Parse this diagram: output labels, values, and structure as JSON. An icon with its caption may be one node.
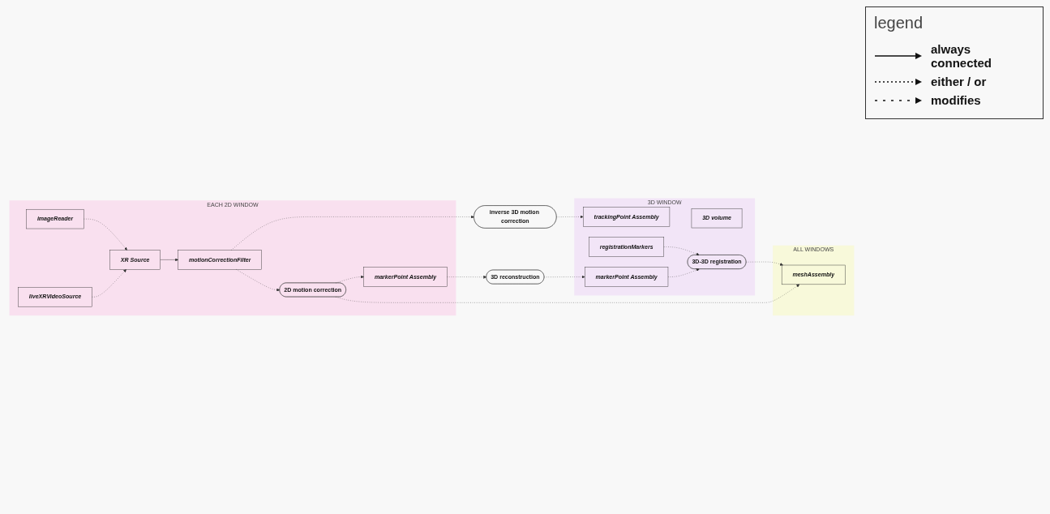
{
  "diagram": {
    "nodes": [
      {
        "text": [
          "EACH 2D WINDOW"
        ]
      },
      {
        "text": [
          "liveXRVideoSource"
        ],
        "in": 0
      },
      {
        "text": [
          "imageReader"
        ],
        "in": 0
      },
      {
        "text": [
          "XR Source"
        ],
        "in": 0
      },
      {
        "text": [
          "motionCorrectionFilter"
        ],
        "in": 0
      },
      {
        "text": [
          "2D motion correction"
        ],
        "in": 0
      },
      {
        "text": [
          "markerPoint Assembly"
        ],
        "in": 0
      },
      {
        "text": [
          "ALL WINDOWS"
        ]
      },
      {
        "text": [
          "meshAssembly"
        ],
        "in": 7
      },
      {
        "text": [
          "inverse 3D motion correction"
        ]
      },
      {
        "text": [
          "3D reconstruction"
        ]
      },
      {
        "text": [
          "3D WINDOW"
        ]
      },
      {
        "text": [
          "trackingPoint Assembly"
        ],
        "in": 11
      },
      {
        "text": [
          "3D volume"
        ],
        "in": 11
      },
      {
        "text": [
          "3D-3D registration"
        ],
        "in": 11
      },
      {
        "text": [
          "markerPoint Assembly"
        ],
        "in": 11
      },
      {
        "text": [
          "registrationMarkers"
        ],
        "in": 11
      }
    ],
    "edges": [
      {
        "from": 1,
        "to": 3,
        "arrow": "to",
        "style": "dashed"
      },
      {
        "from": 2,
        "to": 3,
        "arrow": "to",
        "style": "dashed"
      },
      {
        "from": 3,
        "to": 4,
        "arrow": "to"
      },
      {
        "from": 4,
        "to": 5,
        "arrow": "to",
        "style": "dashed"
      },
      {
        "from": 4,
        "to": 9,
        "arrow": "to",
        "style": "dashed"
      },
      {
        "from": 5,
        "to": 6,
        "arrow": "to",
        "style": "dashed"
      },
      {
        "from": 5,
        "to": 8,
        "arrow": "to",
        "style": "dashed"
      },
      {
        "from": 9,
        "to": 12,
        "arrow": "to",
        "style": "dashed"
      },
      {
        "from": 6,
        "to": 10,
        "arrow": "to",
        "style": "dashed"
      },
      {
        "from": 10,
        "to": 15,
        "arrow": "to",
        "style": "dashed"
      },
      {
        "from": 15,
        "to": 14,
        "arrow": "to",
        "style": "dashed"
      },
      {
        "from": 16,
        "to": 14,
        "arrow": "to",
        "style": "dashed"
      },
      {
        "from": 14,
        "to": 8,
        "arrow": "to",
        "style": "dashed"
      }
    ],
    "labels": [
      "legend"
    ],
    "legend": [
      {
        "text": "always connected"
      },
      {
        "text": "either / or"
      },
      {
        "text": "modifies"
      }
    ]
  }
}
